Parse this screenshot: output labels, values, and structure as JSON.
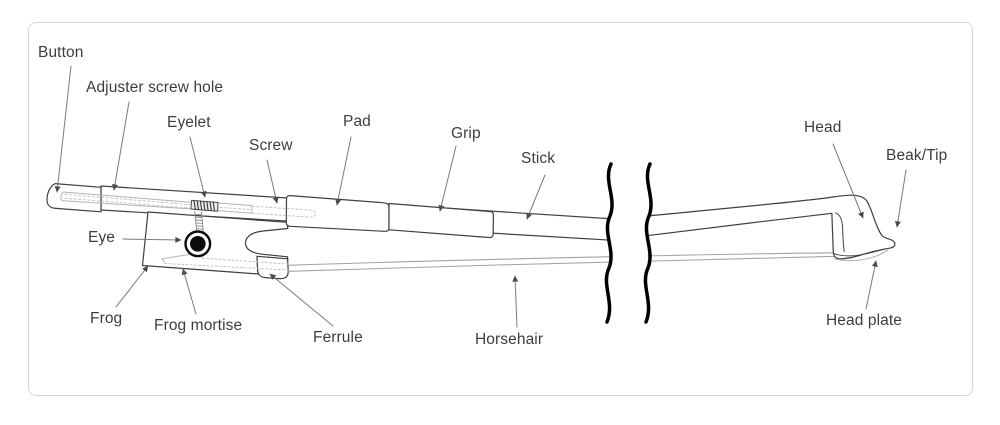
{
  "colors": {
    "outline_ink": "#3f3f3f",
    "text": "#3d3d3d",
    "card_border": "#d5d5d5",
    "muted_line": "#a3a3a3",
    "dotted_line": "#c4c4c4",
    "arrow_line": "#7a7a7a",
    "break_mark": "#000000",
    "eye_fill": "#0d0d0d"
  },
  "diagram": {
    "parts": [
      {
        "id": "button",
        "label": "Button"
      },
      {
        "id": "adjuster-screw-hole",
        "label": "Adjuster screw hole"
      },
      {
        "id": "eyelet",
        "label": "Eyelet"
      },
      {
        "id": "screw",
        "label": "Screw"
      },
      {
        "id": "pad",
        "label": "Pad"
      },
      {
        "id": "grip",
        "label": "Grip"
      },
      {
        "id": "stick",
        "label": "Stick"
      },
      {
        "id": "head",
        "label": "Head"
      },
      {
        "id": "beak-tip",
        "label": "Beak/Tip"
      },
      {
        "id": "eye",
        "label": "Eye"
      },
      {
        "id": "frog",
        "label": "Frog"
      },
      {
        "id": "frog-mortise",
        "label": "Frog mortise"
      },
      {
        "id": "ferrule",
        "label": "Ferrule"
      },
      {
        "id": "horsehair",
        "label": "Horsehair"
      },
      {
        "id": "head-plate",
        "label": "Head plate"
      }
    ]
  }
}
